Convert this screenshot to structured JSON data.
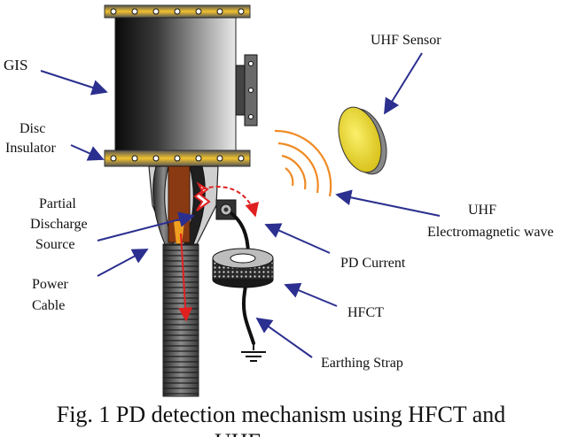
{
  "labels": {
    "gis": "GIS",
    "disc_insulator_line1": "Disc",
    "disc_insulator_line2": "Insulator",
    "partial_discharge_line1": "Partial",
    "partial_discharge_line2": "Discharge",
    "partial_discharge_line3": "Source",
    "power_cable_line1": "Power",
    "power_cable_line2": "Cable",
    "uhf_sensor": "UHF Sensor",
    "uhf_wave_line1": "UHF",
    "uhf_wave_line2": "Electromagnetic wave",
    "pd_current": "PD Current",
    "hfct": "HFCT",
    "earthing_strap": "Earthing Strap"
  },
  "caption": {
    "line1": "Fig. 1 PD detection mechanism using HFCT and",
    "line2": "UHF"
  },
  "colors": {
    "arrow_blue": "#2b2f8f",
    "discharge_red": "#e02020",
    "flange_yellow": "#f2c22e",
    "sensor_yellow": "#f3e23a",
    "wave_orange": "#f08a24",
    "conductor_brown": "#8a3a12"
  }
}
